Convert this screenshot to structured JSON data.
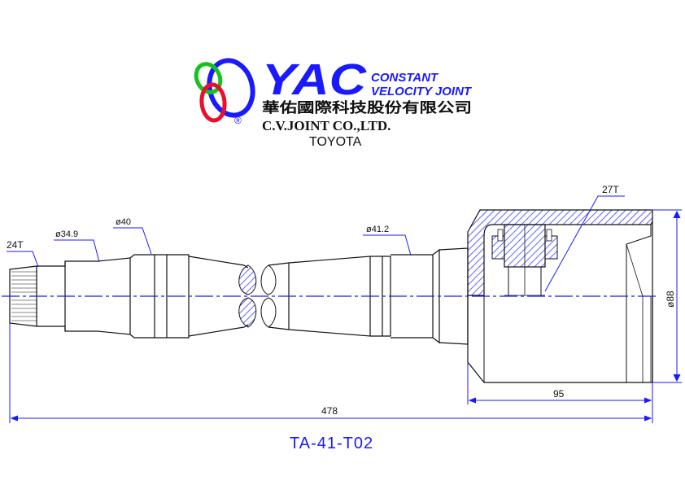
{
  "header": {
    "logo_text": "YAC",
    "tagline_line1": "CONSTANT",
    "tagline_line2": "VELOCITY JOINT",
    "company_cn": "華佑國際科技股份有限公司",
    "company_en": "C.V.JOINT CO.,LTD.",
    "make": "TOYOTA",
    "registered_mark": "®"
  },
  "dimensions": {
    "spline_left": "24T",
    "dia_1": "ø34.9",
    "dia_2": "ø40",
    "dia_3": "ø41.2",
    "spline_right": "27T",
    "housing_dia": "ø88",
    "housing_len": "95",
    "overall_len": "478"
  },
  "part_number": "TA-41-T02",
  "colors": {
    "outline": "#111111",
    "center_line": "#1a1aff",
    "hatch": "#1a1aff",
    "dimension": "#1a1aff",
    "logo_blue": "#1a1aff",
    "logo_red": "#e8102a",
    "logo_green": "#18c020"
  }
}
